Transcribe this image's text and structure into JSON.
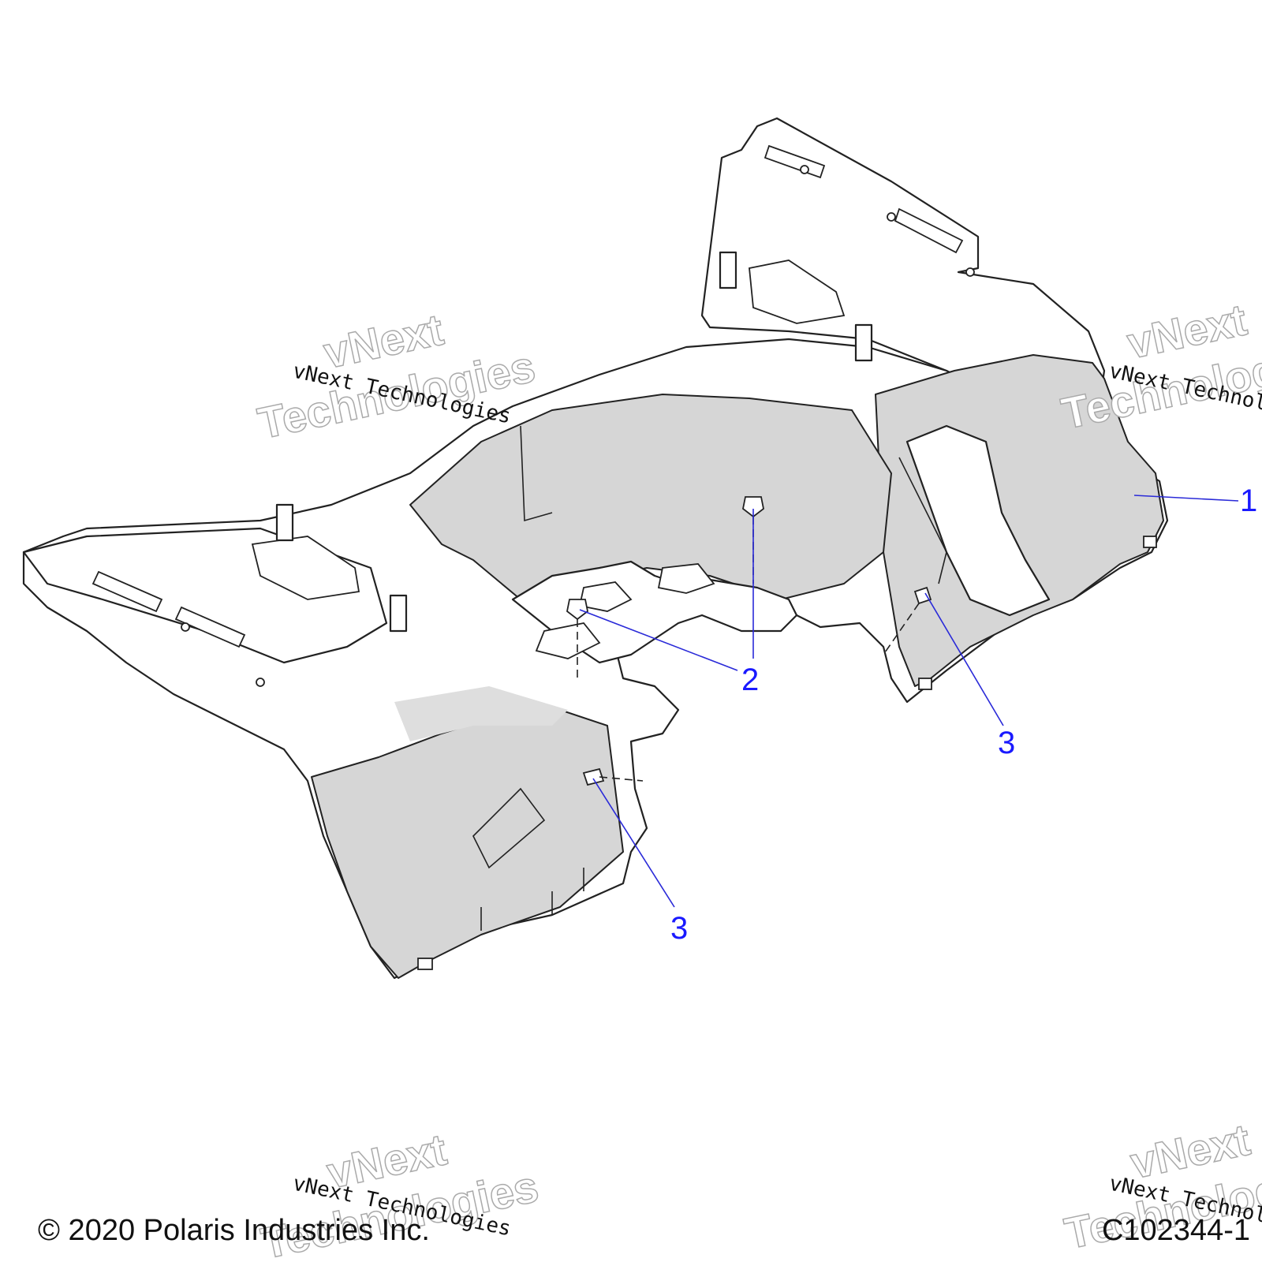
{
  "diagram": {
    "callouts": [
      {
        "id": "callout-1",
        "label": "1"
      },
      {
        "id": "callout-2",
        "label": "2"
      },
      {
        "id": "callout-3-right",
        "label": "3"
      },
      {
        "id": "callout-3-left",
        "label": "3"
      }
    ],
    "watermark_text": "vNext Technologies",
    "watermark_line1": "vNext",
    "watermark_line2": "Technologies"
  },
  "footer": {
    "copyright": "© 2020 Polaris Industries Inc.",
    "figure_code": "C102344-1"
  },
  "colors": {
    "callout": "#1a1aff",
    "line": "#222222",
    "shade": "#d6d6d6"
  }
}
